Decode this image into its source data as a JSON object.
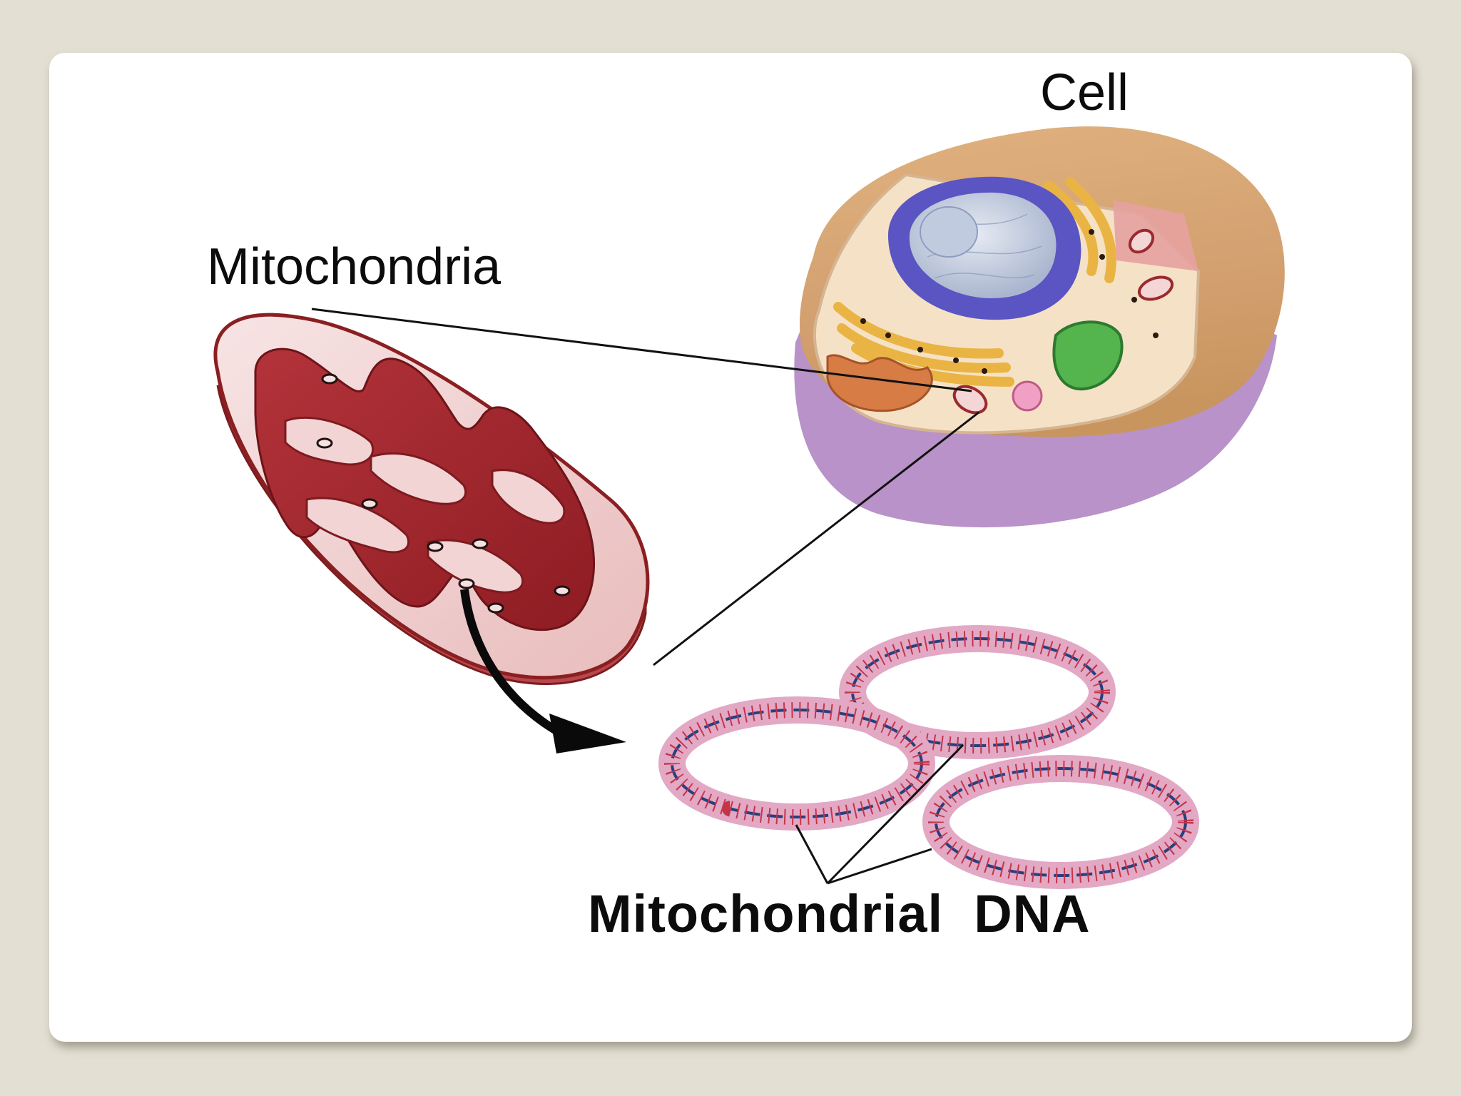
{
  "labels": {
    "cell": "Cell",
    "mitochondria": "Mitochondria",
    "mitochondrial_dna": "Mitochondrial  DNA"
  },
  "colors": {
    "background": "#e3dfd2",
    "slide": "#ffffff",
    "cell_outer": "#d9a978",
    "cell_membrane_lower": "#b48ac6",
    "cytoplasm": "#f6e3c6",
    "nucleus_envelope": "#5452bd",
    "nucleus": "#c9d4e6",
    "golgi": "#f0c24a",
    "mitochondrion_outer": "#f4dada",
    "mitochondrion_stroke": "#8a1f22",
    "mitochondrion_matrix": "#a4262c",
    "chloroplast": "#4fb34f",
    "dna_ring": "#e2a8c4",
    "dna_strand": "#25407f",
    "dna_rungs": "#c4354a",
    "arrow": "#0a0a0a"
  },
  "icons": [
    "animal-cell-illustration",
    "mitochondrion-cross-section-illustration",
    "mtdna-plasmid-ring-icon"
  ]
}
